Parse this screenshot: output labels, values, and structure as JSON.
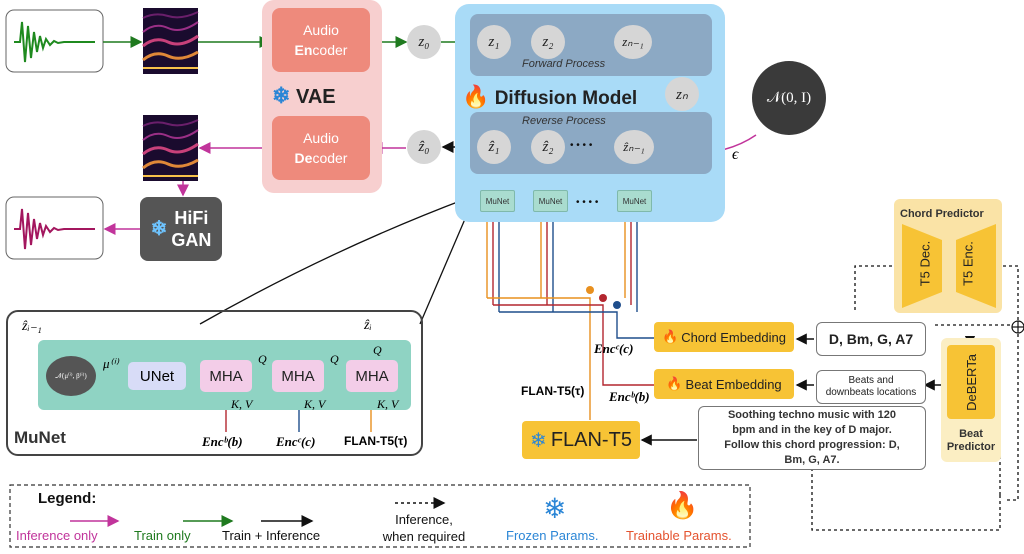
{
  "colors": {
    "inference_only": "#c1349b",
    "train_only": "#1f7a1f",
    "vae_bg": "#f7cfcf",
    "audio_block": "#ee8a7c",
    "diffusion_bg": "#a9dbf7",
    "process_bg": "#8ca9c4",
    "munet_bg": "#8fd3c3",
    "flan_t5": "#f7c335",
    "chord_predictor_bg": "#fae3a6",
    "hifigan_bg": "#555555",
    "frozen_blue": "#2b86d6",
    "trainable_red": "#e4532f"
  },
  "vae": {
    "encoder_line1": "Audio",
    "encoder_line2_bold": "En",
    "encoder_line2_rest": "coder",
    "decoder_line1": "Audio",
    "decoder_line2_bold": "De",
    "decoder_line2_rest": "coder",
    "label": "VAE"
  },
  "latents": {
    "z0": "z₀",
    "z1": "z₁",
    "z2": "z₂",
    "zN1": "zₙ₋₁",
    "zN": "zₙ",
    "zhat0": "ẑ₀",
    "zhat1": "ẑ₁",
    "zhat2": "ẑ₂",
    "zhatN1": "ẑₙ₋₁"
  },
  "diffusion": {
    "forward_label": "Forward Process",
    "reverse_label": "Reverse Process",
    "title": "Diffusion Model",
    "dots": "• • • •",
    "munet_dots": "• • • •"
  },
  "noise": {
    "label": "𝒩(0, I)",
    "epsilon": "ϵ"
  },
  "munet_small": [
    "MuNet",
    "MuNet",
    "MuNet"
  ],
  "hifigan": {
    "line1": "HiFi",
    "line2": "GAN"
  },
  "munet_detail": {
    "title": "MuNet",
    "input_label": "ẑᵢ",
    "output_label": "ẑᵢ₋₁",
    "gauss_label": "𝒩(μ⁽ⁱ⁾, β⁽ⁱ⁾)",
    "mu_label": "μ⁽ⁱ⁾",
    "unet": "UNet",
    "mha": [
      "MHA",
      "MHA",
      "MHA"
    ],
    "q_label": "Q",
    "kv_label": "K, V",
    "enc_b": "Encᵇ(b)",
    "enc_c": "Encᶜ(c)",
    "flan": "FLAN-T5(τ)"
  },
  "conditioning": {
    "chord_embedding": "Chord Embedding",
    "beat_embedding": "Beat Embedding",
    "enc_c": "Encᶜ(c)",
    "enc_b": "Encᵇ(b)",
    "flan_tau": "FLAN-T5(τ)",
    "flan_t5": "FLAN-T5",
    "chords": "D, Bm, G, A7",
    "beats_line1": "Beats and",
    "beats_line2": "downbeats locations",
    "prompt_lines": [
      "Soothing techno music with 120",
      "bpm and in the key of D major.",
      "Follow this chord progression: D,",
      "Bm, G, A7."
    ]
  },
  "chord_predictor": {
    "title": "Chord Predictor",
    "dec": "T5 Dec.",
    "enc": "T5 Enc."
  },
  "beat_predictor": {
    "model": "DeBERTa",
    "line1": "Beat",
    "line2": "Predictor"
  },
  "legend": {
    "title": "Legend:",
    "inference_only": "Inference only",
    "train_only": "Train only",
    "train_inference": "Train + Inference",
    "when_required_1": "Inference,",
    "when_required_2": "when required",
    "frozen": "Frozen Params.",
    "trainable": "Trainable Params."
  }
}
